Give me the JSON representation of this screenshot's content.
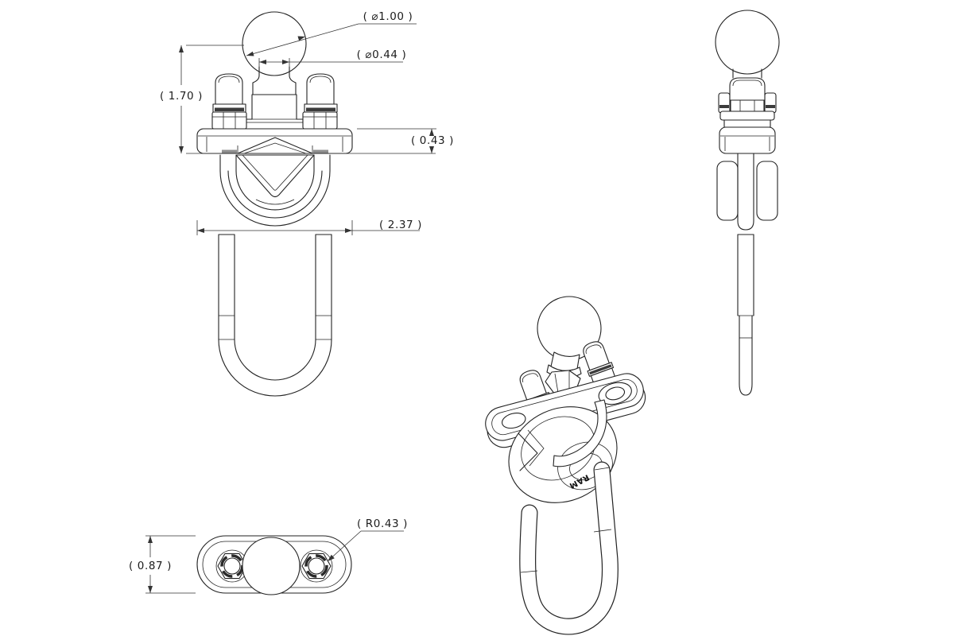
{
  "labels": {
    "ball_diameter": "( ⌀1.00 )",
    "post_diameter": "( ⌀0.44 )",
    "overall_height": "( 1.70 )",
    "base_thickness": "( 0.43 )",
    "base_width": "( 2.37 )",
    "base_depth": "( 0.87 )",
    "end_radius": "( R0.43 )",
    "logo": "RAM"
  },
  "colors": {
    "line": "#222222",
    "background": "#ffffff",
    "shade_dark": "#3c3c3c",
    "shade_mid": "#8f8f8f"
  }
}
